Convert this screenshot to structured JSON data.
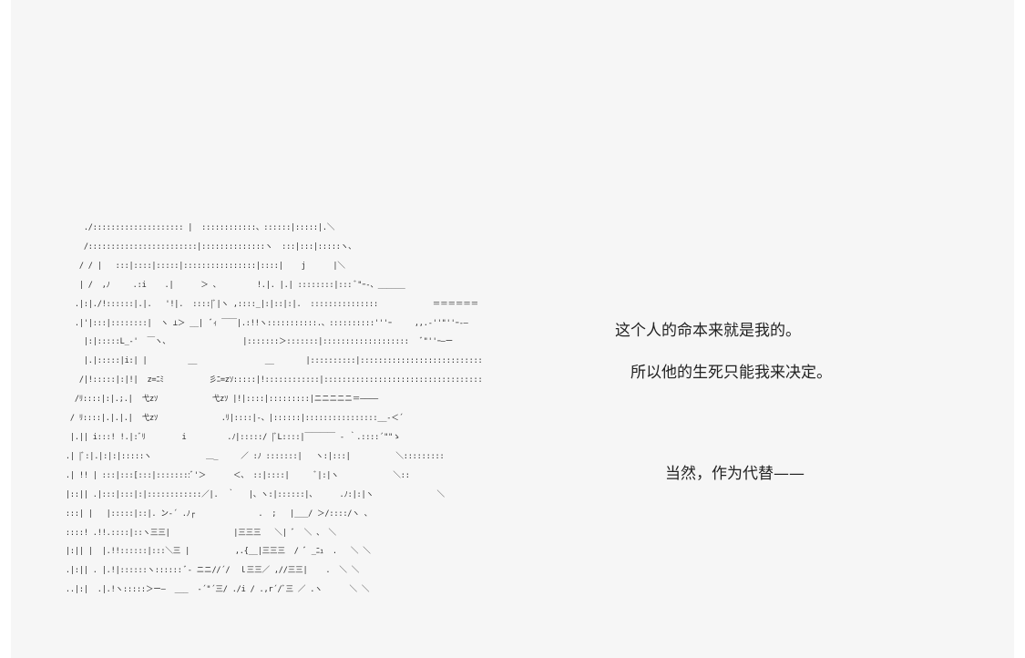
{
  "text": {
    "line1": "这个人的命本来就是我的。",
    "line2": "所以他的生死只能我来决定。",
    "line3": "当然，作为代替——"
  },
  "ascii_art": [
    "       ./:::::::::::::::::::: |  ::::::::::::、::::::|:::::|.＼",
    "       /::::::::::::::::::::::::|::::::::::::::ヽ  :::|:::|:::::ヽ、",
    "      / / |   :::|::::|:::::|::::::::::::::::|::::|    j      |＼",
    "      | /  ,ﾉ     .:i    .|      ＞ 、        !.|. |.| ::::::::|::: ﾞ\"ｰ-、______",
    "     .|:|./!::::::|.|.   '!|.  ::::|ﾞ|ヽ ,::::_|:|::|:|.  :::::::::::::::            ＝＝＝＝＝＝",
    "     .|'|:::|::::::::|  ヽ ⊥＞ __|  ﾞｨ ￣￣|.:!!ヽ:::::::::::.、::::::::::'''ｰ     ,,.-''\"''ｰ-―",
    "       |:|:::::L_-'  ￣ヽ、                |:::::::＞:::::::|:::::::::::::::::::   ﾞ\"''ｰ―ー",
    "       |.|:::::|i:| |         __               __       |::::::::::|:::::::::::::::::::::::::::",
    "      /|!:::::|:|!|  z=ﾆﾐ          彡ﾆ=zｿ:::::|!::::::::::::|:::::::::::::::::::::::::::::::::::",
    "     /ﾘ::::|:|.;.|  弋zｿ            弋zｿ |!|::::|:::::::::|ニニニニニ＝――――",
    "    / ﾘ::::|.|.|.|  弋zｿ              .ﾘ|::::|-、|::::::|::::::::::::::::__-＜´",
    "    |.|| i:::! !.|:ﾞﾘ        i         .ﾉ|:::::/ |ﾞL::::|￣￣￣￣ - ｀.::::´\"\"ゝ",
    "   .| |ﾞ:|.|:|:|:::::ヽ            ＿_     ／ :ﾉ :::::::|   ヽ:|:::|          ＼:::::::::",
    "   .| !! | :::|:::[:::|::::::::ﾞ'＞      ＜、 ::|::::|      ﾞ|:|ヽ            ＼::",
    "   |::|| .|:::|:::|:|::::::::::::／|.  ｀   |、ヽ:|::::::|、     .ﾉ:|:|ヽ              ＼",
    "   :::| |   |:::::|::|. ン-´ .ﾉ┌              .  ;   |___/ ＞/::::/ヽ 、",
    "   ::::! .!!.::::|::ヽ三三|              |三三三   ＼| ﾞ  ＼ 、 ＼",
    "   |:|| |  |.!!::::::|:::＼三 |          ,.{__|三三三  / ﾞ _ﾆｭ  .   ＼ ＼",
    "   .|:|| . |.!|::::::ヽ:::::: ﾞ- ニニ//´/  ｌ三三／ ,//三三|    .  ＼ ＼",
    "   ..|:|  .|.!ヽ:::::＞ー―  ___  -´\"´三/ ./i / .,r´/ﾞ三 ／ .ヽ      ＼ ＼"
  ]
}
